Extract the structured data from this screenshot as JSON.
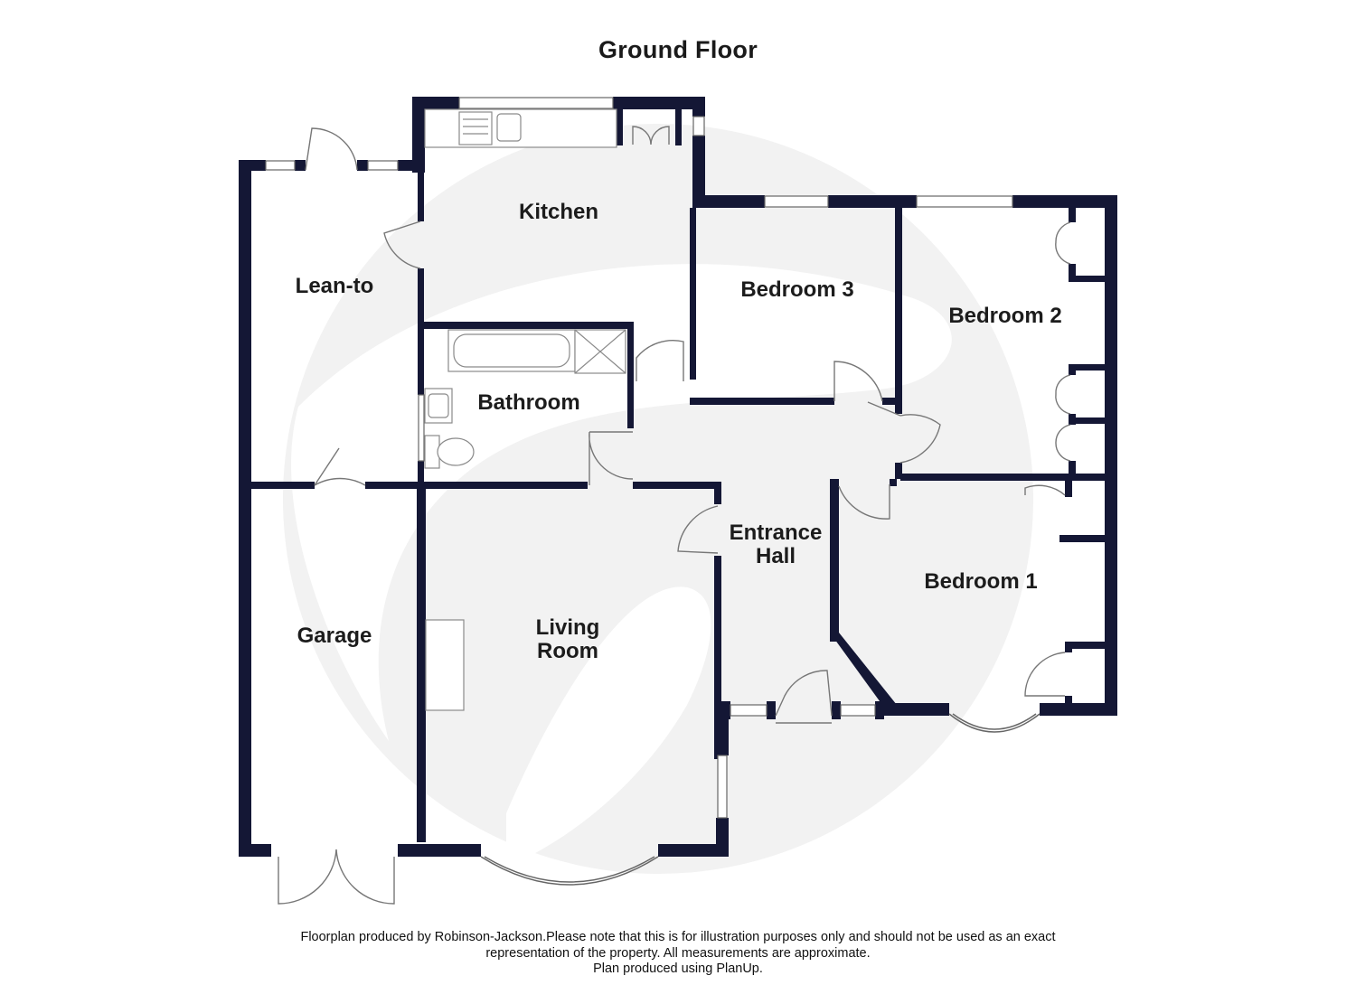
{
  "title": "Ground Floor",
  "rooms": {
    "kitchen": "Kitchen",
    "lean_to": "Lean-to",
    "bedroom3": "Bedroom 3",
    "bedroom2": "Bedroom 2",
    "bathroom": "Bathroom",
    "entrance_hall": "Entrance\nHall",
    "bedroom1": "Bedroom 1",
    "garage": "Garage",
    "living_room": "Living\nRoom"
  },
  "footer": {
    "line1": "Floorplan produced by Robinson-Jackson.Please note that this is for illustration purposes only and should not be used as an exact",
    "line2": "representation of the property. All measurements are approximate.",
    "line3": "Plan produced using PlanUp."
  },
  "colors": {
    "wall": "#141735",
    "watermark": "#f2f2f2",
    "fixture": "#8a8a8a"
  }
}
